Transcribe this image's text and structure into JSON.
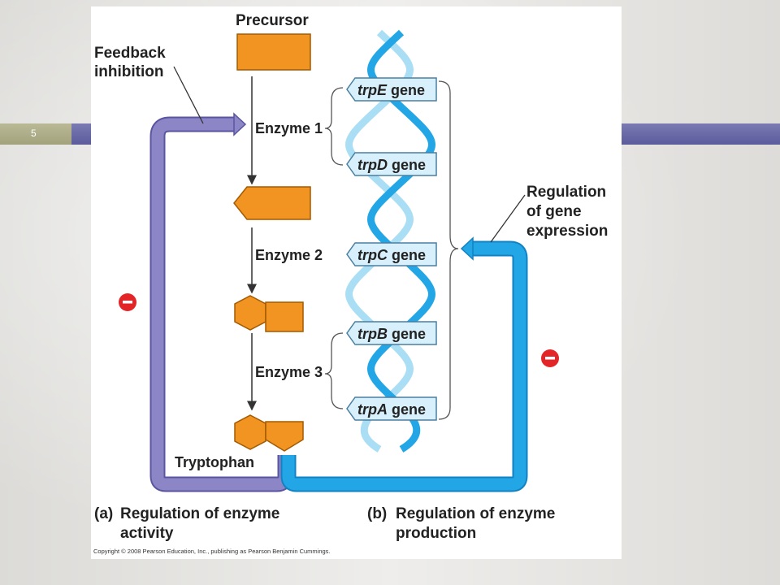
{
  "slide": {
    "number": "5"
  },
  "figure": {
    "labels": {
      "precursor": "Precursor",
      "feedback_line1": "Feedback",
      "feedback_line2": "inhibition",
      "enzyme1": "Enzyme 1",
      "enzyme2": "Enzyme 2",
      "enzyme3": "Enzyme 3",
      "tryptophan": "Tryptophan",
      "regulation_line1": "Regulation",
      "regulation_line2": "of gene",
      "regulation_line3": "expression",
      "inhibit_sign": "–"
    },
    "genes": [
      {
        "name": "trpE",
        "suffix": " gene"
      },
      {
        "name": "trpD",
        "suffix": " gene"
      },
      {
        "name": "trpC",
        "suffix": " gene"
      },
      {
        "name": "trpB",
        "suffix": " gene"
      },
      {
        "name": "trpA",
        "suffix": " gene"
      }
    ],
    "captions": {
      "a_tag": "(a)",
      "a_line1": "Regulation of enzyme",
      "a_line2": "activity",
      "b_tag": "(b)",
      "b_line1": "Regulation of enzyme",
      "b_line2": "production"
    },
    "copyright": "Copyright © 2008 Pearson Education, Inc., publishing as Pearson Benjamin Cummings.",
    "colors": {
      "substrate_orange": "#f29422",
      "feedback_purple": "#8c86c6",
      "gene_blue": "#22a6e6",
      "dna_light": "#a9def5",
      "gene_box": "#d8f0fb",
      "inhibit_red": "#e32528"
    }
  }
}
